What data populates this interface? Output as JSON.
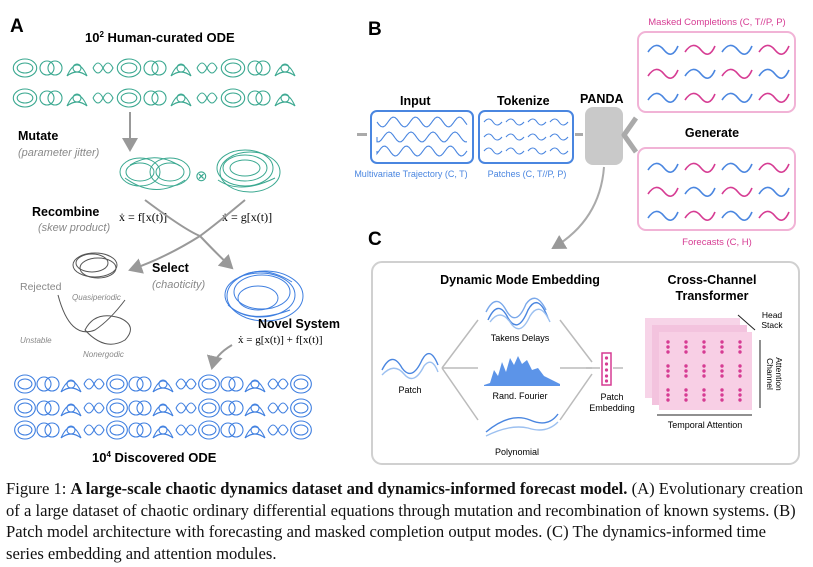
{
  "panel_a": {
    "letter": "A",
    "title_base": "10",
    "title_exp": "2",
    "title_rest": " Human-curated ODE",
    "mutate": "Mutate",
    "mutate_sub": "(parameter jitter)",
    "recombine": "Recombine",
    "recombine_sub": "(skew product)",
    "eq_f": "ẋ = f[x(t)]",
    "eq_g": "ẋ = g[x(t)]",
    "select": "Select",
    "select_sub": "(chaoticity)",
    "rejected": "Rejected",
    "quasiperiodic": "Quasiperiodic",
    "unstable": "Unstable",
    "nonergodic": "Nonergodic",
    "novel": "Novel System",
    "eq_novel": "ẋ = g[x(t)] + f[x(t)]",
    "bottom_base": "10",
    "bottom_exp": "4",
    "bottom_rest": " Discovered ODE",
    "colors": {
      "teal": "#3aa890",
      "blue": "#3f7fe0",
      "gray": "#777777"
    }
  },
  "panel_b": {
    "letter": "B",
    "input": "Input",
    "tokenize": "Tokenize",
    "panda": "PANDA",
    "generate": "Generate",
    "masked": "Masked Completions (C, T//P, P)",
    "forecasts": "Forecasts (C, H)",
    "traj_caption": "Multivariate Trajectory (C, T)",
    "patch_caption": "Patches (C, T//P, P)",
    "colors": {
      "pink": "#d63c93",
      "blue": "#4a86e0",
      "panda": "#c9c9c9"
    }
  },
  "panel_c": {
    "letter": "C",
    "dme_title": "Dynamic Mode Embedding",
    "cct_title_1": "Cross-Channel",
    "cct_title_2": "Transformer",
    "patch": "Patch",
    "takens": "Takens Delays",
    "fourier": "Rand. Fourier",
    "poly": "Polynomial",
    "patch_emb_1": "Patch",
    "patch_emb_2": "Embedding",
    "head_1": "Head",
    "head_2": "Stack",
    "channel_1": "Channel",
    "channel_2": "Attention",
    "temporal": "Temporal Attention"
  },
  "caption": {
    "prefix": "Figure 1: ",
    "bold": "A large-scale chaotic dynamics dataset and dynamics-informed forecast model.",
    "rest": " (A) Evolutionary creation of a large dataset of chaotic ordinary differential equations through mutation and recombination of known systems. (B) Patch model architecture with forecasting and masked completion output modes. (C) The dynamics-informed time series embedding and attention modules."
  }
}
